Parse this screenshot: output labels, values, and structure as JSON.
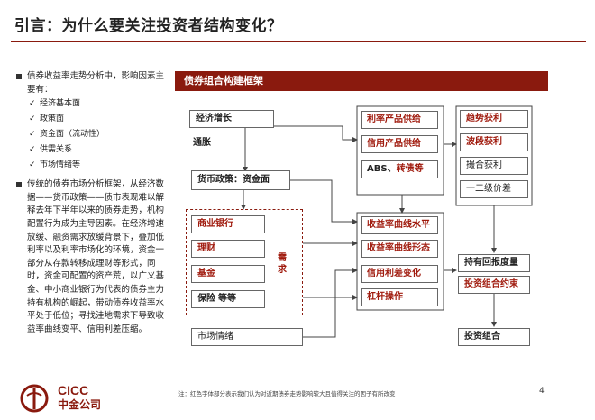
{
  "page": {
    "title": "引言：为什么要关注投资者结构变化？",
    "page_number": "4",
    "footnote": "注：红色字体部分表示我们认为对近期债券走势影响较大且值得关注的因子有所改变"
  },
  "left_panel": {
    "bullet1": "债券收益率走势分析中，影响因素主要有：",
    "factors": [
      "经济基本面",
      "政策面",
      "资金面（流动性）",
      "供需关系",
      "市场情绪等"
    ],
    "bullet2": "传统的债券市场分析框架，从经济数据——货币政策——债市表现难以解释去年下半年以来的债券走势，机构配置行为成为主导因素。在经济增速放缓、融资需求放缓背景下，叠加低利率以及利率市场化的环境，资金一部分从存款转移成理财等形式，同时，资金可配置的资产荒，以广义基金、中小商业银行为代表的债券主力持有机构的崛起，带动债券收益率水平处于低位；寻找洼地需求下导致收益率曲线变平、信用利差压缩。"
  },
  "diagram": {
    "header": "债券组合构建框架",
    "col1": {
      "economic_growth": "经济增长",
      "inflation": "通胀",
      "monetary_policy": "货币政策：资金面",
      "commercial_banks": "商业银行",
      "wealth_mgmt": "理财",
      "funds": "基金",
      "insurance_a": "保险",
      "insurance_b": "等等",
      "demand_label": "需求",
      "market_sentiment": "市场情绪"
    },
    "col2": {
      "rate_product_supply": "利率产品供给",
      "credit_product_supply": "信用产品供给",
      "abs_a": "ABS、",
      "abs_b": "转债等",
      "yield_level": "收益率曲线水平",
      "yield_shape": "收益率曲线形态",
      "credit_spread": "信用利差变化",
      "leverage": "杠杆操作"
    },
    "col3": {
      "trend_gain": "趋势获利",
      "swing_gain": "波段获利",
      "carry_gain": "撮合获利",
      "arbitrage": "一二级价差",
      "holding_return": "持有回报度量",
      "portfolio_constraint": "投资组合约束",
      "portfolio": "投资组合"
    },
    "colors": {
      "accent": "#8a1a0e",
      "highlight_text": "#a01b0e",
      "arrow": "#444444"
    }
  },
  "logo": {
    "text": "CICC",
    "cn": "中金公司"
  }
}
